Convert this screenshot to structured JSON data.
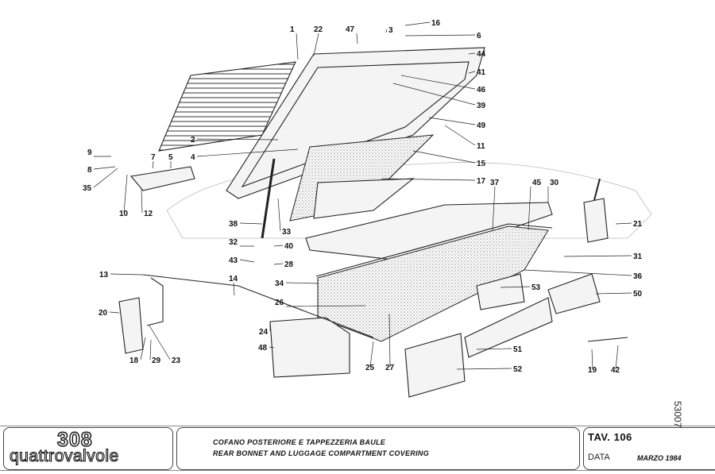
{
  "diagram": {
    "callouts": [
      "1",
      "22",
      "47",
      "3",
      "16",
      "6",
      "44",
      "41",
      "46",
      "39",
      "49",
      "11",
      "15",
      "17",
      "37",
      "45",
      "30",
      "21",
      "31",
      "36",
      "50",
      "53",
      "51",
      "52",
      "19",
      "42",
      "2",
      "4",
      "7",
      "5",
      "9",
      "8",
      "35",
      "10",
      "12",
      "38",
      "33",
      "32",
      "40",
      "43",
      "28",
      "13",
      "14",
      "34",
      "26",
      "20",
      "24",
      "48",
      "18",
      "29",
      "23",
      "25",
      "27"
    ],
    "drawing_number": "53007"
  },
  "title_block": {
    "logo_model": "308",
    "logo_name": "quattrovalvole",
    "title_it": "COFANO POSTERIORE E TAPPEZZERIA BAULE",
    "title_en": "REAR BONNET AND LUGGAGE COMPARTMENT COVERING",
    "table": "TAV. 106",
    "date_label": "DATA",
    "date_value": "MARZO 1984"
  }
}
